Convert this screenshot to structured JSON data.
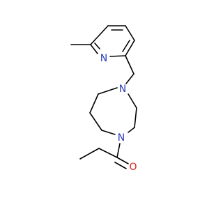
{
  "molecule": {
    "atom_labels": {
      "pyridine_n": "N",
      "diazepane_n_upper": "N",
      "diazepane_n_lower": "N",
      "carbonyl_o": "O"
    },
    "colors": {
      "bond": "#000000",
      "nitrogen": "#2a3ab8",
      "oxygen": "#e0201b",
      "background": "#ffffff"
    }
  }
}
